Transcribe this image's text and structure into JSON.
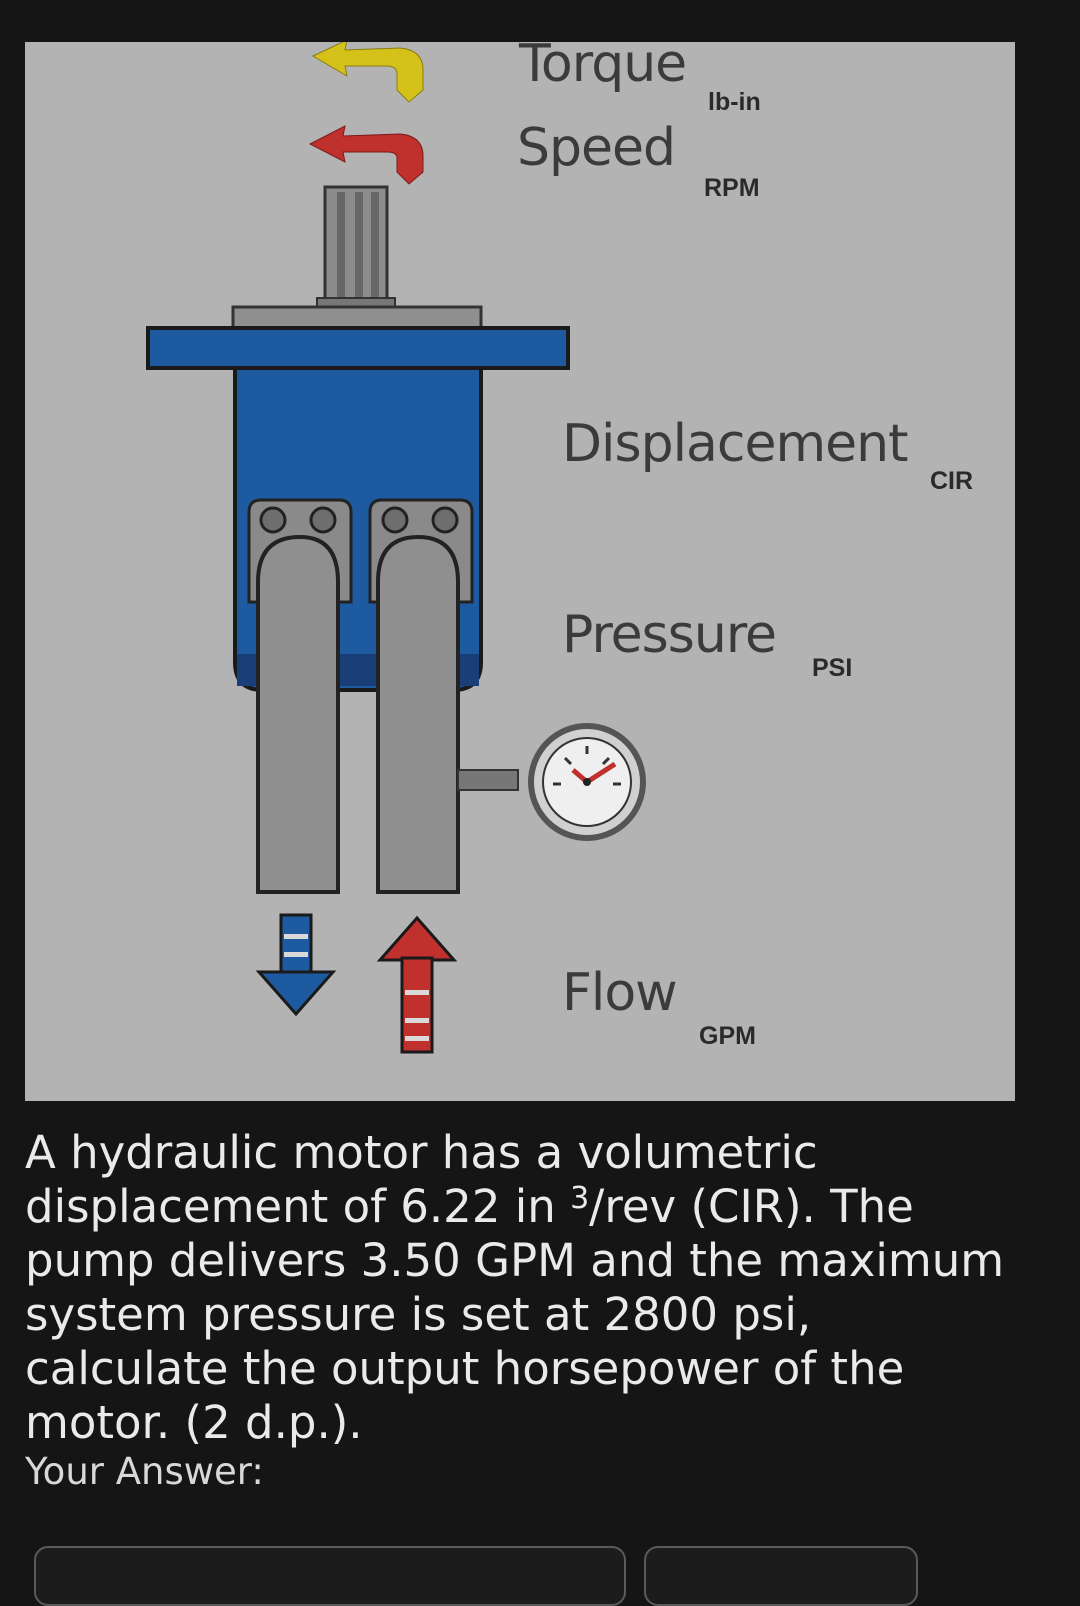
{
  "figure": {
    "labels": {
      "torque": "Torque",
      "torque_unit": "lb-in",
      "speed": "Speed",
      "speed_unit": "RPM",
      "displacement": "Displacement",
      "displacement_unit": "CIR",
      "pressure": "Pressure",
      "pressure_unit": "PSI",
      "flow": "Flow",
      "flow_unit": "GPM"
    },
    "colors": {
      "background": "#b3b3b3",
      "motor_body": "#1e5aa0",
      "port_gray": "#8f8f8f",
      "torque_arrow": "#d4c21a",
      "speed_arrow": "#c0302c",
      "flow_out_arrow": "#1e5aa0",
      "flow_in_arrow": "#c0302c"
    },
    "icons": [
      "torque-arrow-icon",
      "speed-arrow-icon",
      "flow-out-arrow-icon",
      "flow-in-arrow-icon",
      "pressure-gauge-icon"
    ]
  },
  "question": {
    "text_before_sup": "A hydraulic motor has a volumetric displacement of 6.22 in ",
    "sup": "3",
    "text_after_sup": "/rev (CIR). The pump  delivers 3.50 GPM and the maximum system pressure is set at 2800 psi, calculate the output horsepower of the motor. (2 d.p.)."
  },
  "answer": {
    "label": "Your Answer:",
    "value": "",
    "unit_value": ""
  }
}
